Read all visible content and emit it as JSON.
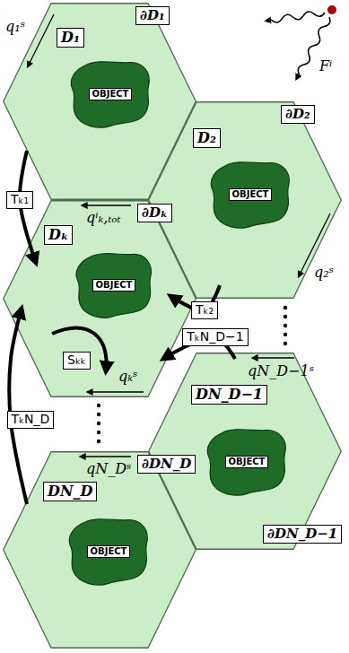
{
  "diagram": {
    "nodes": [
      {
        "text": [
          "∂D₁",
          "D₁"
        ]
      },
      {
        "text": [
          "OBJECT"
        ],
        "in": 0
      },
      {
        "text": [
          "∂D₂",
          "D₂"
        ]
      },
      {
        "text": [
          "OBJECT"
        ],
        "in": 2
      },
      {
        "text": [
          "∂Dₖ",
          "Dₖ"
        ]
      },
      {
        "text": [
          "OBJECT"
        ],
        "in": 4
      },
      {
        "text": [
          "DN_D−1",
          "∂DN_D−1"
        ]
      },
      {
        "text": [
          "OBJECT"
        ],
        "in": 6
      },
      {
        "text": [
          "∂DN_D",
          "DN_D"
        ]
      },
      {
        "text": [
          "OBJECT"
        ],
        "in": 8
      }
    ],
    "edges": [
      {
        "from": 0,
        "to": 4,
        "arrow": "to",
        "label": "Tₖ₁"
      },
      {
        "from": 2,
        "to": 4,
        "arrow": "to",
        "label": "Tₖ₂"
      },
      {
        "from": 6,
        "to": 4,
        "arrow": "to",
        "label": "TₖN_D−1"
      },
      {
        "from": 8,
        "to": 4,
        "arrow": "to",
        "label": "TₖN_D"
      }
    ],
    "labels": [
      "q₁ˢ",
      "Fⁱ",
      "q₂ˢ",
      "qⁱₖ,ₜₒₜ",
      "Sₖₖ",
      "qₖˢ",
      "qN_D−1ˢ",
      "qN_Dˢ"
    ]
  }
}
